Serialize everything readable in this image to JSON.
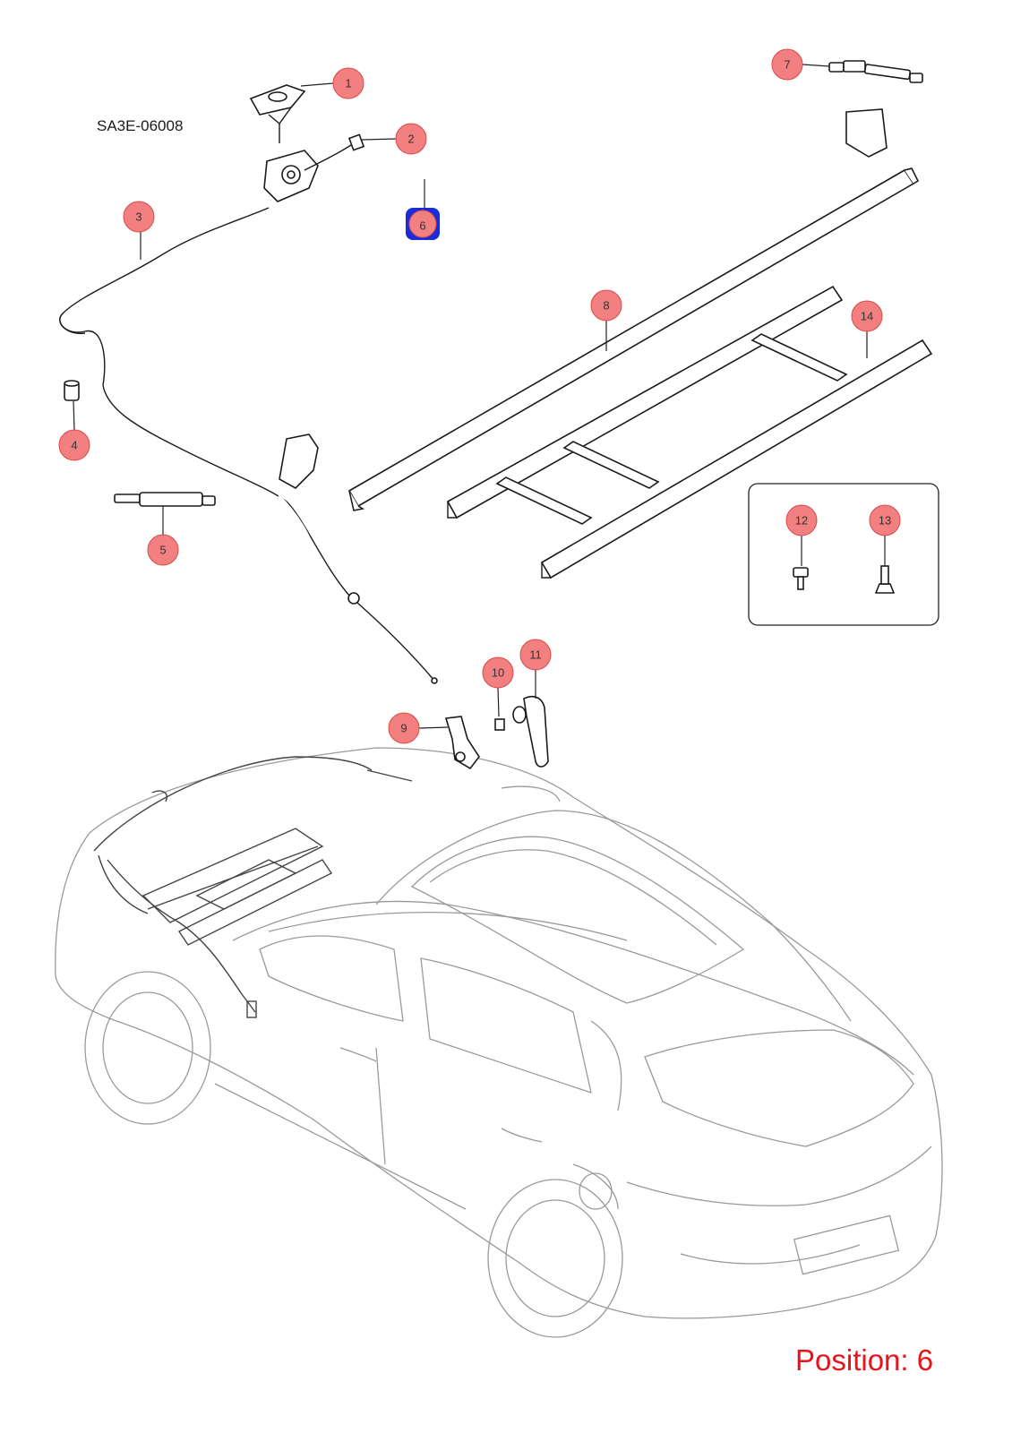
{
  "diagram": {
    "code": "SA3E-06008",
    "position_label": "Position: 6",
    "selected_callout": "6",
    "colors": {
      "callout_fill": "#f28080",
      "callout_stroke": "#d94a4a",
      "selected_stroke": "#1a2bd9",
      "position_text": "#e8141c"
    },
    "callouts": [
      {
        "id": "1",
        "label": "1"
      },
      {
        "id": "2",
        "label": "2"
      },
      {
        "id": "3",
        "label": "3"
      },
      {
        "id": "4",
        "label": "4"
      },
      {
        "id": "5",
        "label": "5"
      },
      {
        "id": "6",
        "label": "6"
      },
      {
        "id": "7",
        "label": "7"
      },
      {
        "id": "8",
        "label": "8"
      },
      {
        "id": "9",
        "label": "9"
      },
      {
        "id": "10",
        "label": "10"
      },
      {
        "id": "11",
        "label": "11"
      },
      {
        "id": "12",
        "label": "12"
      },
      {
        "id": "13",
        "label": "13"
      },
      {
        "id": "14",
        "label": "14"
      }
    ]
  }
}
